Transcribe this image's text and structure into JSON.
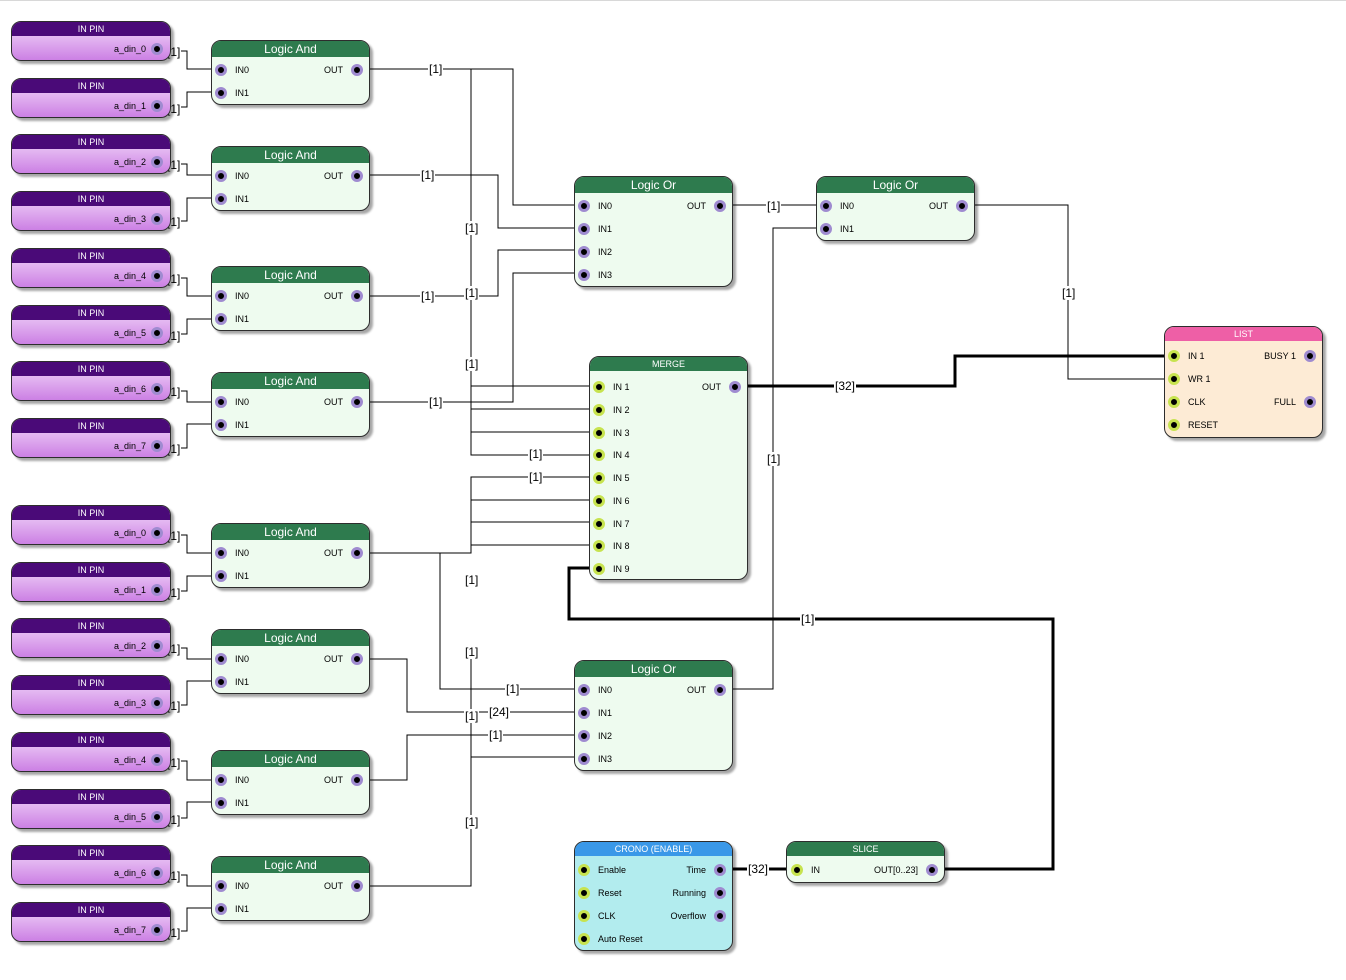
{
  "colors": {
    "in_pin_header": "#4a0a78",
    "in_pin_body_top": "#f3dcfa",
    "in_pin_body_bottom": "#cc80e4",
    "logic_header": "#2e7b4e",
    "logic_body": "#eefbef",
    "merge_header": "#2e7b4e",
    "merge_body": "#eefbef",
    "list_header": "#ee5fa6",
    "list_body": "#fdebd5",
    "crono_header": "#3a98e8",
    "crono_body": "#b2ecee",
    "slice_header": "#2e7b4e",
    "slice_body": "#eefbef",
    "port_ring_purple": "#9f8bd0",
    "port_ring_green": "#c7e34f"
  },
  "in_pins": [
    {
      "title": "IN PIN",
      "name": "a_din_0",
      "wire": "[1]"
    },
    {
      "title": "IN PIN",
      "name": "a_din_1",
      "wire": "[1]"
    },
    {
      "title": "IN PIN",
      "name": "a_din_2",
      "wire": "[1]"
    },
    {
      "title": "IN PIN",
      "name": "a_din_3",
      "wire": "[1]"
    },
    {
      "title": "IN PIN",
      "name": "a_din_4",
      "wire": "[1]"
    },
    {
      "title": "IN PIN",
      "name": "a_din_5",
      "wire": "[1]"
    },
    {
      "title": "IN PIN",
      "name": "a_din_6",
      "wire": "[1]"
    },
    {
      "title": "IN PIN",
      "name": "a_din_7",
      "wire": "[1]"
    },
    {
      "title": "IN PIN",
      "name": "a_din_0",
      "wire": "[1]"
    },
    {
      "title": "IN PIN",
      "name": "a_din_1",
      "wire": "[1]"
    },
    {
      "title": "IN PIN",
      "name": "a_din_2",
      "wire": "[1]"
    },
    {
      "title": "IN PIN",
      "name": "a_din_3",
      "wire": "[1]"
    },
    {
      "title": "IN PIN",
      "name": "a_din_4",
      "wire": "[1]"
    },
    {
      "title": "IN PIN",
      "name": "a_din_5",
      "wire": "[1]"
    },
    {
      "title": "IN PIN",
      "name": "a_din_6",
      "wire": "[1]"
    },
    {
      "title": "IN PIN",
      "name": "a_din_7",
      "wire": "[1]"
    }
  ],
  "logic_and": [
    {
      "title": "Logic And",
      "in0": "IN0",
      "in1": "IN1",
      "out": "OUT"
    },
    {
      "title": "Logic And",
      "in0": "IN0",
      "in1": "IN1",
      "out": "OUT"
    },
    {
      "title": "Logic And",
      "in0": "IN0",
      "in1": "IN1",
      "out": "OUT"
    },
    {
      "title": "Logic And",
      "in0": "IN0",
      "in1": "IN1",
      "out": "OUT"
    },
    {
      "title": "Logic And",
      "in0": "IN0",
      "in1": "IN1",
      "out": "OUT"
    },
    {
      "title": "Logic And",
      "in0": "IN0",
      "in1": "IN1",
      "out": "OUT"
    },
    {
      "title": "Logic And",
      "in0": "IN0",
      "in1": "IN1",
      "out": "OUT"
    },
    {
      "title": "Logic And",
      "in0": "IN0",
      "in1": "IN1",
      "out": "OUT"
    }
  ],
  "logic_or_4": [
    {
      "title": "Logic Or",
      "inputs": [
        "IN0",
        "IN1",
        "IN2",
        "IN3"
      ],
      "out": "OUT"
    },
    {
      "title": "Logic Or",
      "inputs": [
        "IN0",
        "IN1",
        "IN2",
        "IN3"
      ],
      "out": "OUT"
    }
  ],
  "logic_or_2": {
    "title": "Logic Or",
    "inputs": [
      "IN0",
      "IN1"
    ],
    "out": "OUT"
  },
  "merge": {
    "title": "MERGE",
    "inputs": [
      "IN 1",
      "IN 2",
      "IN 3",
      "IN 4",
      "IN 5",
      "IN 6",
      "IN 7",
      "IN 8",
      "IN 9"
    ],
    "out": "OUT"
  },
  "list": {
    "title": "LIST",
    "in1": "IN 1",
    "wr1": "WR 1",
    "clk": "CLK",
    "reset": "RESET",
    "busy1": "BUSY 1",
    "full": "FULL"
  },
  "crono": {
    "title": "CRONO (ENABLE)",
    "inputs": [
      "Enable",
      "Reset",
      "CLK",
      "Auto Reset"
    ],
    "outputs": [
      "Time",
      "Running",
      "Overflow"
    ]
  },
  "slice": {
    "title": "SLICE",
    "in": "IN",
    "out": "OUT[0..23]"
  },
  "wire_labels": [
    "[1]",
    "[1]",
    "[1]",
    "[1]",
    "[1]",
    "[1]",
    "[1]",
    "[1]",
    "[1]",
    "[32]",
    "[1]",
    "[1]",
    "[1]",
    "[1]",
    "[1]",
    "[1]",
    "[1]",
    "[24]",
    "[1]",
    "[1]",
    "[1]",
    "[1]",
    "[1]",
    "[1]",
    "[1]",
    "[32]"
  ]
}
